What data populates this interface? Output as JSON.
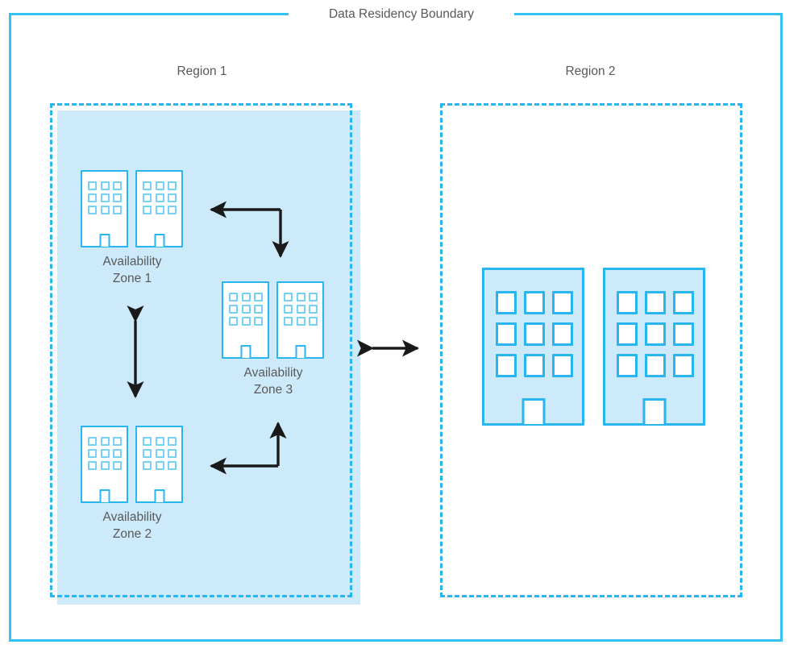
{
  "diagram": {
    "title": "Data Residency Boundary",
    "accent_color": "#29b6f0",
    "boundary_color": "#32c3f2",
    "region_fill_color": "#cdeafb",
    "text_color": "#595959",
    "arrow_color": "#1a1a1a"
  },
  "regions": [
    {
      "id": "region-1",
      "label": "Region 1",
      "filled": true,
      "zones": [
        {
          "id": "az-1",
          "caption": "Availability\nZone 1",
          "building_count": 2,
          "style": "outline"
        },
        {
          "id": "az-2",
          "caption": "Availability\nZone 2",
          "building_count": 2,
          "style": "outline"
        },
        {
          "id": "az-3",
          "caption": "Availability\nZone 3",
          "building_count": 2,
          "style": "outline"
        }
      ]
    },
    {
      "id": "region-2",
      "label": "Region 2",
      "filled": false,
      "zones": [
        {
          "id": "region2-datacenters",
          "caption": "",
          "building_count": 2,
          "style": "filled"
        }
      ]
    }
  ],
  "connections": [
    {
      "id": "az1-az3",
      "from": "az-1",
      "to": "az-3",
      "direction": "single",
      "shape": "elbow"
    },
    {
      "id": "az1-az2",
      "from": "az-1",
      "to": "az-2",
      "direction": "double",
      "shape": "vertical"
    },
    {
      "id": "az2-az3",
      "from": "az-2",
      "to": "az-3",
      "direction": "single",
      "shape": "elbow"
    },
    {
      "id": "region1-region2",
      "from": "region-1",
      "to": "region-2",
      "direction": "double",
      "shape": "horizontal"
    }
  ],
  "icons": {
    "building": "building-icon",
    "arrow_single": "arrow-single-icon",
    "arrow_double": "arrow-double-icon"
  }
}
